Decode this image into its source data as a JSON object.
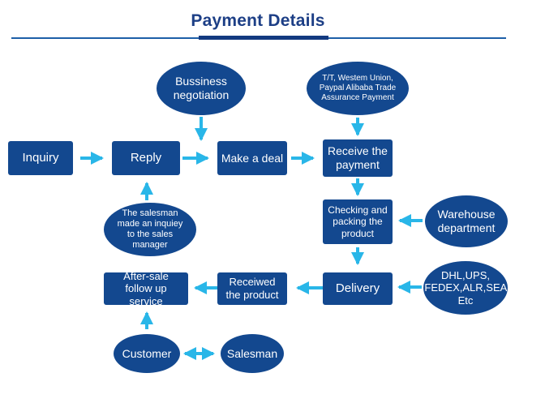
{
  "title": "Payment Details",
  "nodes": {
    "inquiry": "Inquiry",
    "reply": "Reply",
    "business": "Bussiness negotiation",
    "make_deal": "Make a deal",
    "methods": "T/T, Westem Union, Paypal Alibaba Trade Assurance Payment",
    "receive_payment": "Receive the payment",
    "salesman_made": "The salesman made an inquiey to the sales manager",
    "checking": "Checking and packing the product",
    "warehouse": "Warehouse department",
    "carriers": "DHL,UPS, FEDEX,ALR,SEA Etc",
    "delivery": "Delivery",
    "received": "Receiwed the product",
    "after_sale": "After-sale follow up service",
    "customer": "Customer",
    "salesman": "Salesman"
  },
  "colors": {
    "node": "#13488f",
    "arrow": "#29b6e8",
    "title": "#1d3f86"
  }
}
